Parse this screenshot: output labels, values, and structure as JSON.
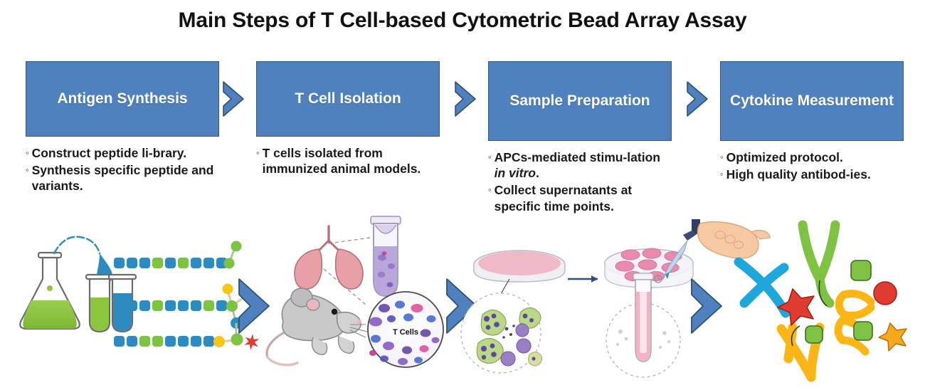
{
  "title": "Main Steps of T Cell-based Cytometric Bead Array Assay",
  "theme": {
    "box_fill": "#4E81BD",
    "box_border": "#35577f",
    "chevron_fill": "#4E81BD",
    "chevron_stroke": "#2f4f77",
    "text_dark": "#111111",
    "text_light": "#ffffff"
  },
  "steps": [
    {
      "id": "antigen-synthesis",
      "header": "Antigen Synthesis",
      "bullets": [
        {
          "marker": "◦",
          "text": "Construct peptide li-brary."
        },
        {
          "marker": "◦",
          "text": "Synthesis specific peptide and variants."
        }
      ]
    },
    {
      "id": "t-cell-isolation",
      "header": "T Cell Isolation",
      "bullets": [
        {
          "marker": "◦",
          "text": "T cells isolated from immunized animal models."
        }
      ]
    },
    {
      "id": "sample-preparation",
      "header": "Sample Preparation",
      "bullets": [
        {
          "marker": "◦",
          "text_pre": "APCs-mediated stimu-lation ",
          "text_italic": "in vitro",
          "text_post": "."
        },
        {
          "marker": "◦",
          "text": "Collect supernatants at specific time points."
        }
      ]
    },
    {
      "id": "cytokine-measurement",
      "header": "Cytokine Measurement",
      "bullets": [
        {
          "marker": "◦",
          "text": "Optimized protocol."
        },
        {
          "marker": "◦",
          "text": "High quality antibod-ies."
        }
      ]
    }
  ],
  "connectors": [
    {
      "name": "chevron-step1-step2",
      "row": "header"
    },
    {
      "name": "chevron-step2-step3",
      "row": "header"
    },
    {
      "name": "chevron-step3-step4",
      "row": "header"
    },
    {
      "name": "chevron-art1-art2",
      "row": "illustration"
    },
    {
      "name": "chevron-art2-art3",
      "row": "illustration"
    },
    {
      "name": "chevron-art3-art4",
      "row": "illustration"
    }
  ],
  "illustrations": {
    "panel1": {
      "name": "antigen-synthesis-illustration",
      "items": [
        "erlenmeyer-flask",
        "test-tube-green",
        "test-tube-blue",
        "water-droplet",
        "peptide-chain-rows"
      ],
      "peptide_rows": [
        {
          "squares": [
            "#2E8BC0",
            "#2E8BC0",
            "#2E8BC0",
            "#7DC242",
            "#2E8BC0",
            "#7DC242",
            "#2E8BC0",
            "#2E8BC0",
            "#2E8BC0"
          ],
          "tail": [
            "green-circle",
            "green-circle"
          ]
        },
        {
          "squares": [
            "#2E8BC0",
            "#2E8BC0",
            "#2E8BC0",
            "#7DC242",
            "#2E8BC0",
            "#2E8BC0",
            "#2E8BC0",
            "#7DC242",
            "#2E8BC0"
          ],
          "tail": [
            "yellow-circle",
            "yellow-circle",
            "green-circle",
            "blue-circle"
          ]
        },
        {
          "squares": [
            "#2E8BC0",
            "#2E8BC0",
            "#7DC242",
            "#7DC242",
            "#2E8BC0",
            "#2E8BC0",
            "#2E8BC0",
            "#2E8BC0"
          ],
          "tail": [
            "yellow-circle",
            "green-circle",
            "red-star",
            "blue-circle"
          ]
        }
      ],
      "colors": {
        "blue_square": "#2E8BC0",
        "green_square": "#7DC242",
        "yellow_node": "#F5C518",
        "red_star": "#E03C31",
        "flask_liquid": "#8CC63F",
        "droplet": "#2E8BC0"
      }
    },
    "panel2": {
      "name": "t-cell-isolation-illustration",
      "items": [
        "mouse",
        "lungs",
        "centrifuge-tube",
        "t-cell-microscopy-circle"
      ],
      "label": "T Cells",
      "colors": {
        "mouse_body": "#C9C9C9",
        "lungs": "#E8A0A6",
        "tube_liquid": "#B9A7DC",
        "cells_purple": "#6A4AA8",
        "cells_pink": "#E0559B"
      }
    },
    "panel3": {
      "name": "sample-preparation-illustration",
      "items": [
        "petri-dish",
        "apc-cell-cluster-zoom",
        "multiwell-plate",
        "pipette",
        "hand",
        "collection-tube",
        "supernatant-zoom",
        "flow-arrow"
      ],
      "colors": {
        "dish_media": "#F0B9C8",
        "apc_green": "#BBD889",
        "apc_purple": "#9B7FC4",
        "well_pink": "#E98BAE",
        "hand_skin": "#F7C9A3",
        "pipette_tip": "#2F3E63"
      }
    },
    "panel4": {
      "name": "cytokine-measurement-illustration",
      "items": [
        "antibody-blue",
        "antibody-green",
        "antibody-orange-upper",
        "antibody-orange-lower",
        "bead-square-green",
        "bead-circle-red",
        "bead-star-red",
        "bead-star-orange"
      ],
      "colors": {
        "antibody_blue": "#1FA7DC",
        "antibody_green": "#7DC242",
        "antibody_orange": "#FBB615",
        "square_green": "#7DC242",
        "circle_red": "#E03C31",
        "star_red": "#E03C31",
        "star_orange": "#F7A81B"
      }
    }
  }
}
